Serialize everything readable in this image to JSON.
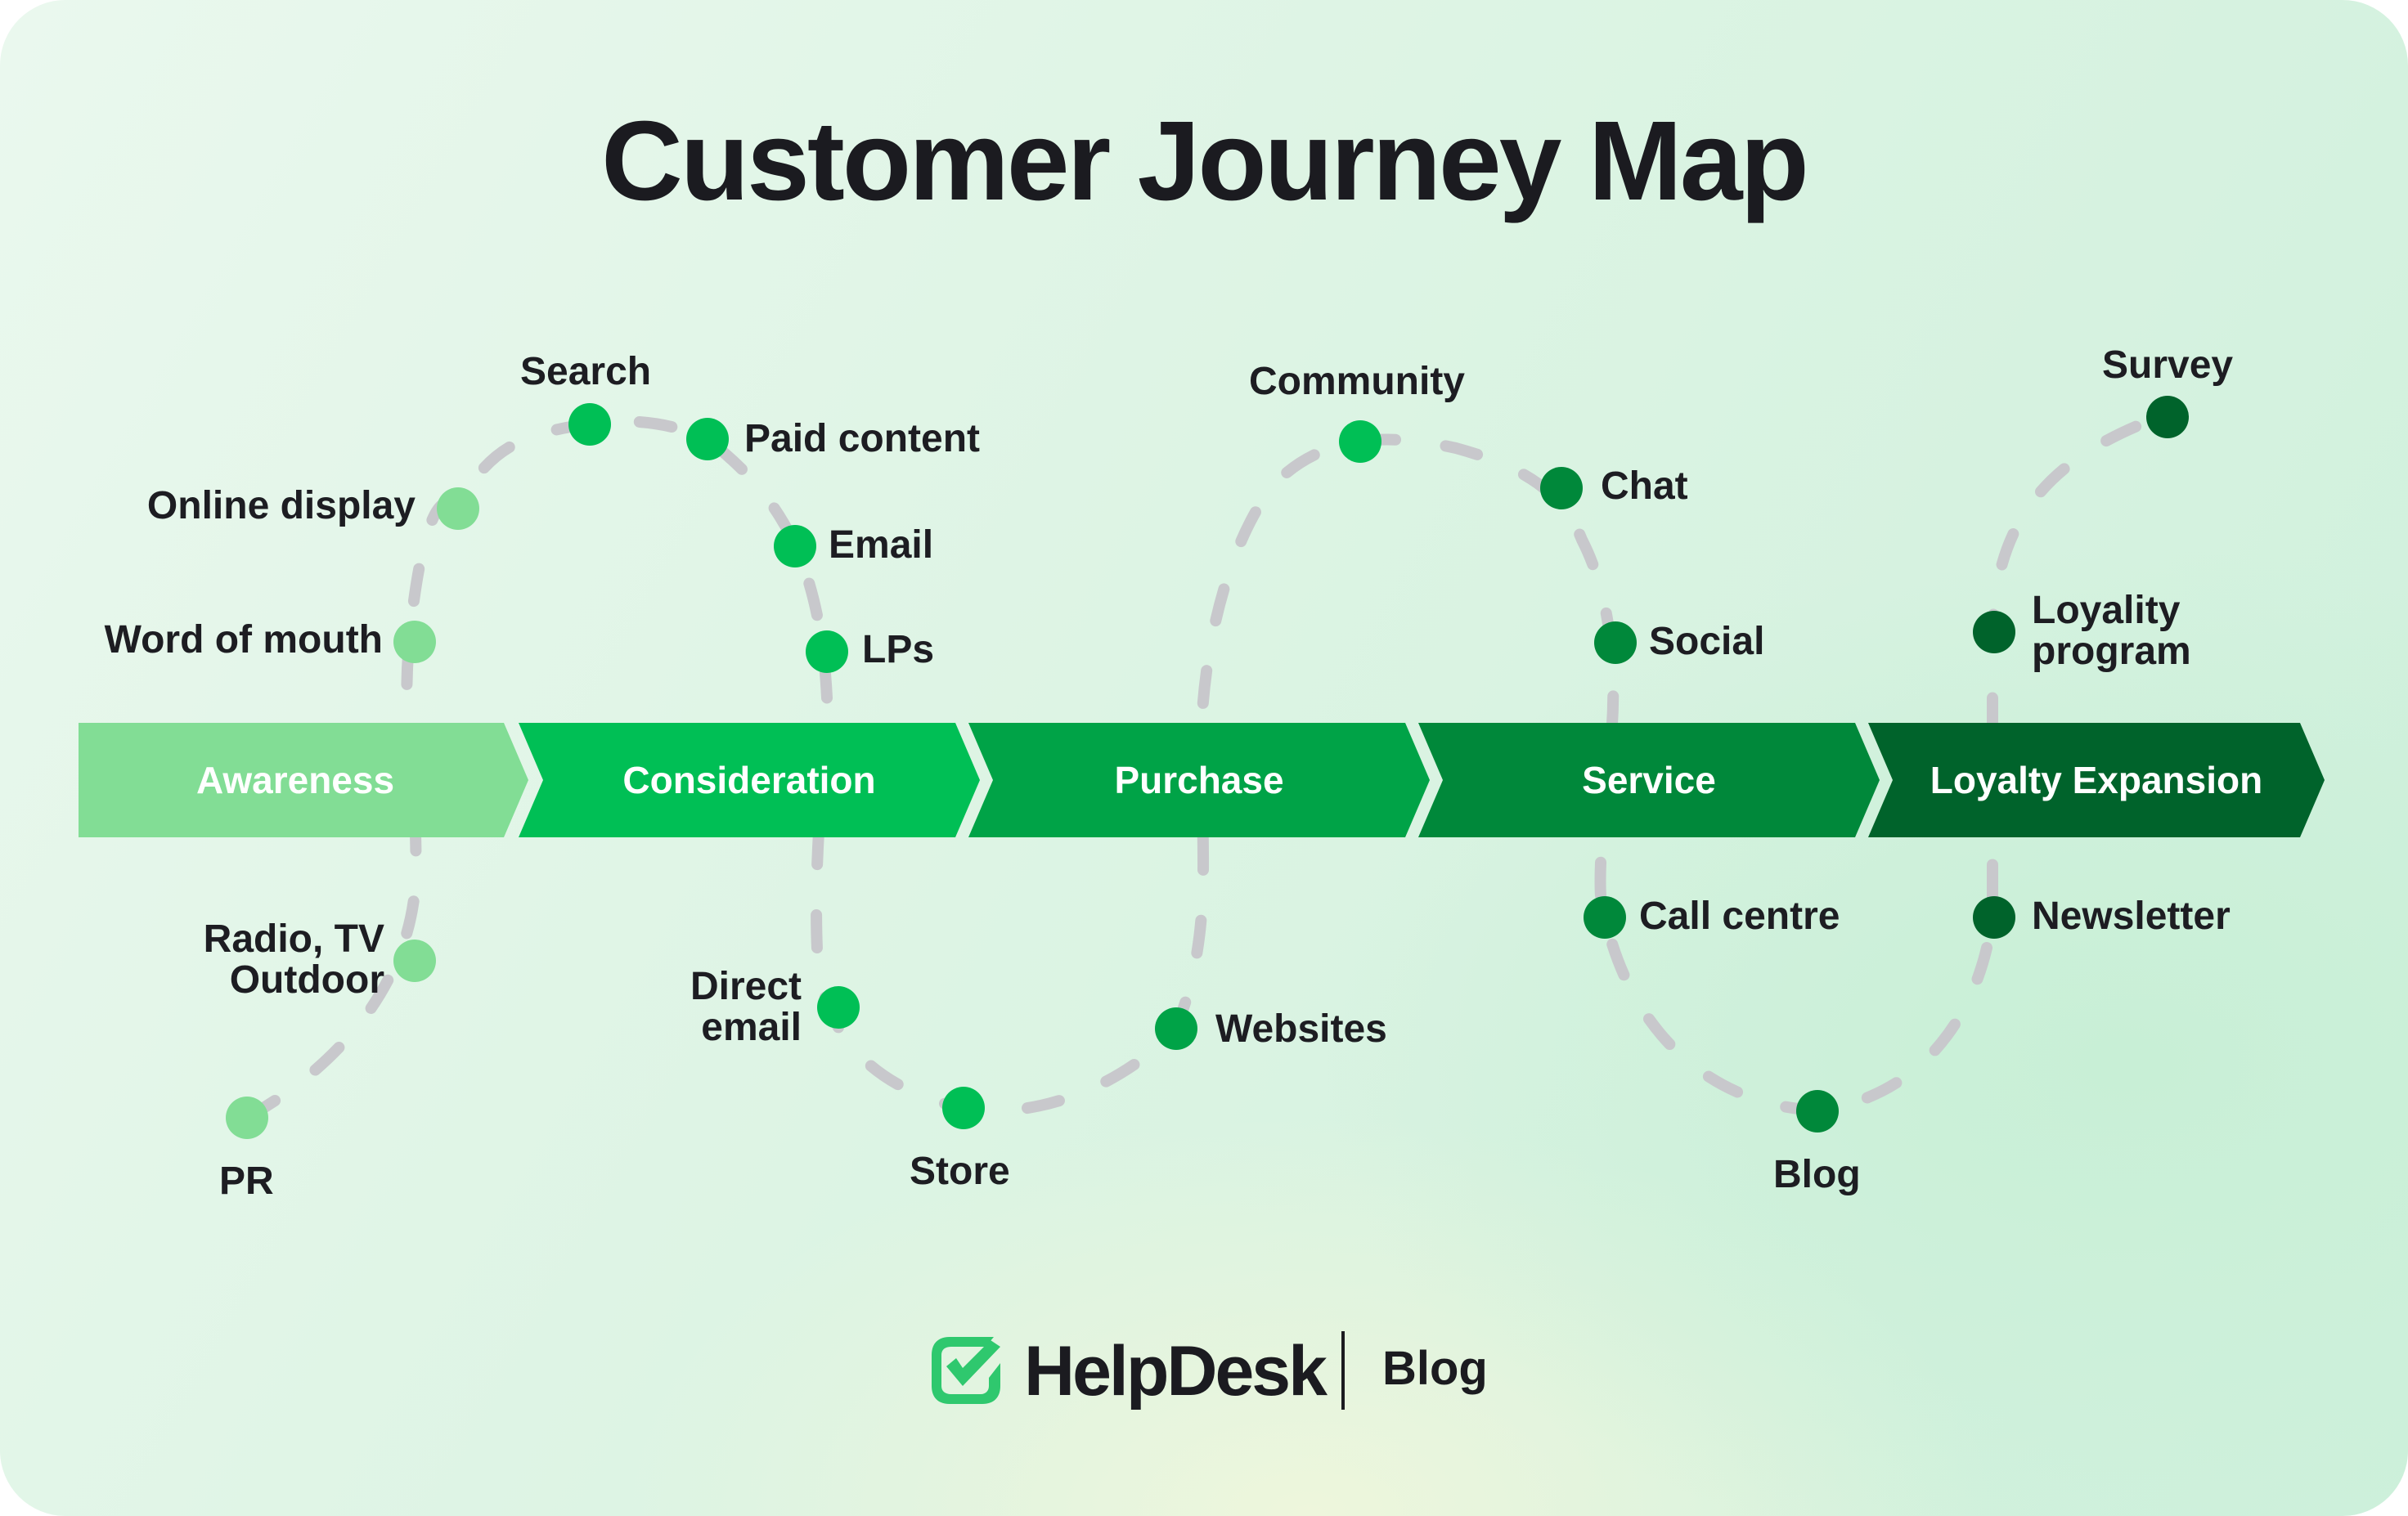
{
  "title": "Customer Journey Map",
  "colors": {
    "awareness": "#82dd95",
    "consideration": "#00bf55",
    "purchase": "#00a347",
    "service": "#00883a",
    "loyalty": "#00632b",
    "path": "#c8c8cc",
    "text": "#1d1d22",
    "logo": "#2fc86e"
  },
  "stages": [
    {
      "id": "awareness",
      "label": "Awareness"
    },
    {
      "id": "consideration",
      "label": "Consideration"
    },
    {
      "id": "purchase",
      "label": "Purchase"
    },
    {
      "id": "service",
      "label": "Service"
    },
    {
      "id": "loyalty",
      "label": "Loyalty Expansion"
    }
  ],
  "touchpoints": [
    {
      "id": "pr",
      "label": "PR",
      "stage": "awareness"
    },
    {
      "id": "radio-tv-outdoor",
      "label": "Radio, TV\nOutdoor",
      "stage": "awareness"
    },
    {
      "id": "word-of-mouth",
      "label": "Word of mouth",
      "stage": "awareness"
    },
    {
      "id": "online-display",
      "label": "Online display",
      "stage": "awareness"
    },
    {
      "id": "search",
      "label": "Search",
      "stage": "consideration"
    },
    {
      "id": "paid-content",
      "label": "Paid content",
      "stage": "consideration"
    },
    {
      "id": "email",
      "label": "Email",
      "stage": "consideration"
    },
    {
      "id": "lps",
      "label": "LPs",
      "stage": "consideration"
    },
    {
      "id": "direct-email",
      "label": "Direct\nemail",
      "stage": "consideration"
    },
    {
      "id": "store",
      "label": "Store",
      "stage": "consideration"
    },
    {
      "id": "websites",
      "label": "Websites",
      "stage": "purchase"
    },
    {
      "id": "community",
      "label": "Community",
      "stage": "consideration"
    },
    {
      "id": "chat",
      "label": "Chat",
      "stage": "service"
    },
    {
      "id": "social",
      "label": "Social",
      "stage": "service"
    },
    {
      "id": "call-centre",
      "label": "Call centre",
      "stage": "service"
    },
    {
      "id": "blog-touchpoint",
      "label": "Blog",
      "stage": "service"
    },
    {
      "id": "newsletter",
      "label": "Newsletter",
      "stage": "loyalty"
    },
    {
      "id": "loyalty-program",
      "label": "Loyality\nprogram",
      "stage": "loyalty"
    },
    {
      "id": "survey",
      "label": "Survey",
      "stage": "loyalty"
    }
  ],
  "footer": {
    "brand": "HelpDesk",
    "section": "Blog",
    "logo_icon": "checkbox-check-icon"
  }
}
